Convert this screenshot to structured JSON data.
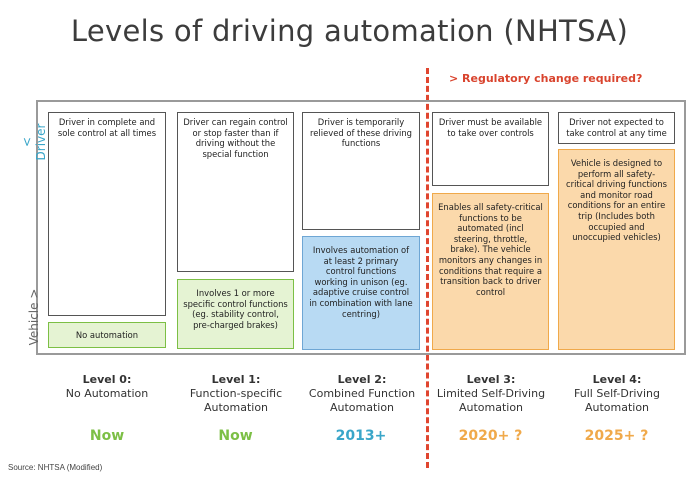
{
  "title": "Levels of driving automation (NHTSA)",
  "regulatory_note": "> Regulatory change required?",
  "axis": {
    "driver": "< Driver",
    "vehicle": "Vehicle >"
  },
  "levels": [
    {
      "driver_text": "Driver in complete and sole control at all times",
      "vehicle_text": "No automation",
      "level": "Level 0:",
      "name": "No Automation",
      "year": "Now",
      "year_color": "#7cbf45"
    },
    {
      "driver_text": "Driver can regain control or stop faster than if driving without the special function",
      "vehicle_text": "Involves 1 or more specific control functions (eg. stability control, pre-charged brakes)",
      "level": "Level 1:",
      "name": "Function-specific Automation",
      "year": "Now",
      "year_color": "#7cbf45"
    },
    {
      "driver_text": "Driver is temporarily relieved of these driving functions",
      "vehicle_text": "Involves automation of at least 2 primary control functions working in unison (eg. adaptive cruise control in combination with lane centring)",
      "level": "Level 2:",
      "name": "Combined Function Automation",
      "year": "2013+",
      "year_color": "#3aa6c9"
    },
    {
      "driver_text": "Driver must be available to take over controls",
      "vehicle_text": "Enables all safety-critical functions to be automated (incl steering, throttle, brake). The vehicle monitors any changes in conditions that require a transition back to driver control",
      "level": "Level 3:",
      "name": "Limited Self-Driving Automation",
      "year": "2020+ ?",
      "year_color": "#f0a94a"
    },
    {
      "driver_text": "Driver not expected to take control at any time",
      "vehicle_text": "Vehicle is designed to perform all safety-critical driving functions and monitor road conditions for an entire trip (Includes both occupied and unoccupied vehicles)",
      "level": "Level 4:",
      "name": "Full Self-Driving Automation",
      "year": "2025+ ?",
      "year_color": "#f0a94a"
    }
  ],
  "source": "Source: NHTSA (Modified)"
}
